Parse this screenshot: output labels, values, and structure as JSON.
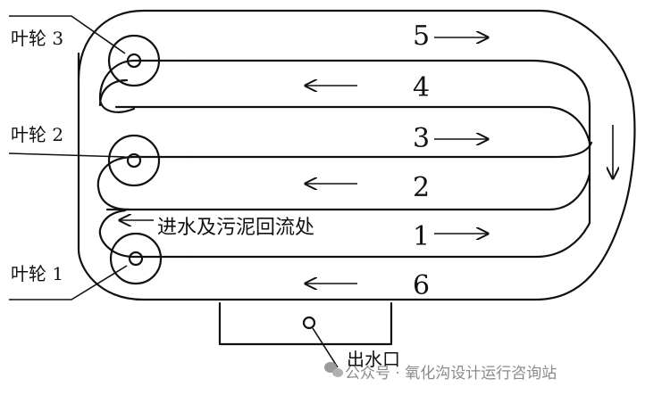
{
  "impellers": {
    "impeller_3": "叶轮 3",
    "impeller_2": "叶轮 2",
    "impeller_1": "叶轮 1"
  },
  "channels": {
    "channel_5": "5",
    "channel_4": "4",
    "channel_3": "3",
    "channel_2": "2",
    "channel_1": "1",
    "channel_6": "6"
  },
  "inlet_label": "进水及污泥回流处",
  "outlet_label": "出水口",
  "watermark": "公众号 · 氧化沟设计运行咨询站",
  "icons": [
    "impeller-icon",
    "flow-arrow-icon",
    "wechat-icon"
  ]
}
